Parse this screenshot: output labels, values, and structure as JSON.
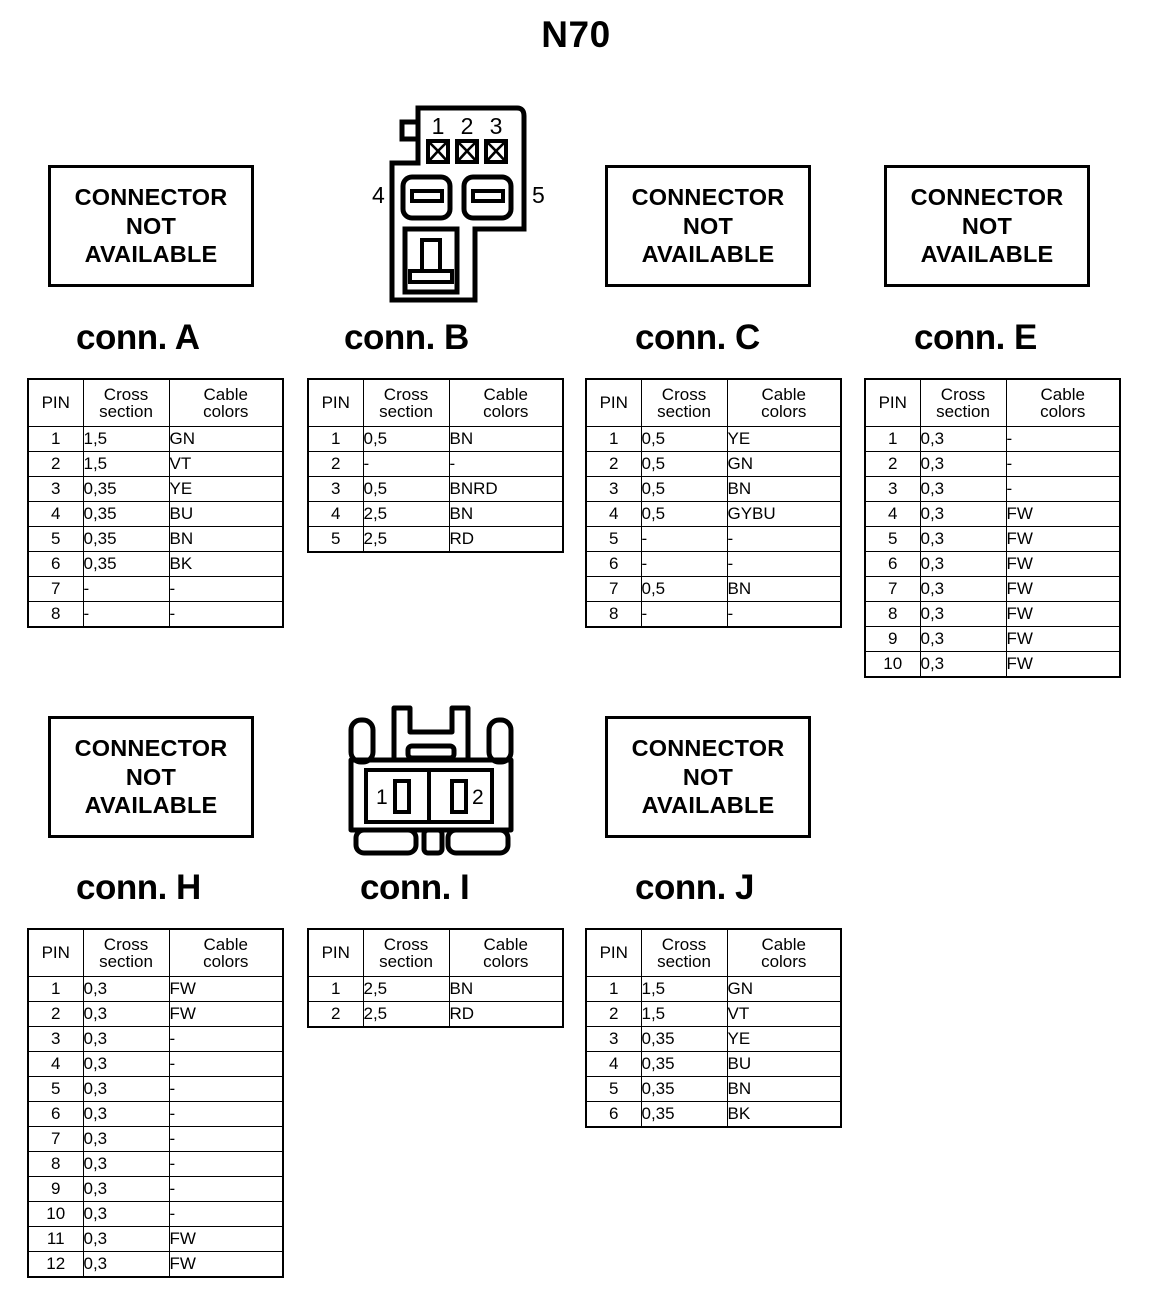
{
  "title": "N70",
  "labels": {
    "not_available_line1": "CONNECTOR",
    "not_available_line2": "NOT",
    "not_available_line3": "AVAILABLE",
    "header_pin": "PIN",
    "header_cross_l1": "Cross",
    "header_cross_l2": "section",
    "header_color_l1": "Cable",
    "header_color_l2": "colors"
  },
  "connectors": [
    {
      "id": "A",
      "caption": "conn. A",
      "graphic": "not-available",
      "rows": [
        {
          "pin": "1",
          "cross": "1,5",
          "color": "GN"
        },
        {
          "pin": "2",
          "cross": "1,5",
          "color": "VT"
        },
        {
          "pin": "3",
          "cross": "0,35",
          "color": "YE"
        },
        {
          "pin": "4",
          "cross": "0,35",
          "color": "BU"
        },
        {
          "pin": "5",
          "cross": "0,35",
          "color": "BN"
        },
        {
          "pin": "6",
          "cross": "0,35",
          "color": "BK"
        },
        {
          "pin": "7",
          "cross": "-",
          "color": "-"
        },
        {
          "pin": "8",
          "cross": "-",
          "color": "-"
        }
      ]
    },
    {
      "id": "B",
      "caption": "conn. B",
      "graphic": "connector-b-drawing",
      "pin_callouts": [
        "1",
        "2",
        "3",
        "4",
        "5"
      ],
      "rows": [
        {
          "pin": "1",
          "cross": "0,5",
          "color": "BN"
        },
        {
          "pin": "2",
          "cross": "-",
          "color": "-"
        },
        {
          "pin": "3",
          "cross": "0,5",
          "color": "BNRD"
        },
        {
          "pin": "4",
          "cross": "2,5",
          "color": "BN"
        },
        {
          "pin": "5",
          "cross": "2,5",
          "color": "RD"
        }
      ]
    },
    {
      "id": "C",
      "caption": "conn. C",
      "graphic": "not-available",
      "rows": [
        {
          "pin": "1",
          "cross": "0,5",
          "color": "YE"
        },
        {
          "pin": "2",
          "cross": "0,5",
          "color": "GN"
        },
        {
          "pin": "3",
          "cross": "0,5",
          "color": "BN"
        },
        {
          "pin": "4",
          "cross": "0,5",
          "color": "GYBU"
        },
        {
          "pin": "5",
          "cross": "-",
          "color": "-"
        },
        {
          "pin": "6",
          "cross": "-",
          "color": "-"
        },
        {
          "pin": "7",
          "cross": "0,5",
          "color": "BN"
        },
        {
          "pin": "8",
          "cross": "-",
          "color": "-"
        }
      ]
    },
    {
      "id": "E",
      "caption": "conn. E",
      "graphic": "not-available",
      "rows": [
        {
          "pin": "1",
          "cross": "0,3",
          "color": "-"
        },
        {
          "pin": "2",
          "cross": "0,3",
          "color": "-"
        },
        {
          "pin": "3",
          "cross": "0,3",
          "color": "-"
        },
        {
          "pin": "4",
          "cross": "0,3",
          "color": "FW"
        },
        {
          "pin": "5",
          "cross": "0,3",
          "color": "FW"
        },
        {
          "pin": "6",
          "cross": "0,3",
          "color": "FW"
        },
        {
          "pin": "7",
          "cross": "0,3",
          "color": "FW"
        },
        {
          "pin": "8",
          "cross": "0,3",
          "color": "FW"
        },
        {
          "pin": "9",
          "cross": "0,3",
          "color": "FW"
        },
        {
          "pin": "10",
          "cross": "0,3",
          "color": "FW"
        }
      ]
    },
    {
      "id": "H",
      "caption": "conn. H",
      "graphic": "not-available",
      "rows": [
        {
          "pin": "1",
          "cross": "0,3",
          "color": "FW"
        },
        {
          "pin": "2",
          "cross": "0,3",
          "color": "FW"
        },
        {
          "pin": "3",
          "cross": "0,3",
          "color": "-"
        },
        {
          "pin": "4",
          "cross": "0,3",
          "color": "-"
        },
        {
          "pin": "5",
          "cross": "0,3",
          "color": "-"
        },
        {
          "pin": "6",
          "cross": "0,3",
          "color": "-"
        },
        {
          "pin": "7",
          "cross": "0,3",
          "color": "-"
        },
        {
          "pin": "8",
          "cross": "0,3",
          "color": "-"
        },
        {
          "pin": "9",
          "cross": "0,3",
          "color": "-"
        },
        {
          "pin": "10",
          "cross": "0,3",
          "color": "-"
        },
        {
          "pin": "11",
          "cross": "0,3",
          "color": "FW"
        },
        {
          "pin": "12",
          "cross": "0,3",
          "color": "FW"
        }
      ]
    },
    {
      "id": "I",
      "caption": "conn. I",
      "graphic": "connector-i-drawing",
      "pin_callouts": [
        "1",
        "2"
      ],
      "rows": [
        {
          "pin": "1",
          "cross": "2,5",
          "color": "BN"
        },
        {
          "pin": "2",
          "cross": "2,5",
          "color": "RD"
        }
      ]
    },
    {
      "id": "J",
      "caption": "conn. J",
      "graphic": "not-available",
      "rows": [
        {
          "pin": "1",
          "cross": "1,5",
          "color": "GN"
        },
        {
          "pin": "2",
          "cross": "1,5",
          "color": "VT"
        },
        {
          "pin": "3",
          "cross": "0,35",
          "color": "YE"
        },
        {
          "pin": "4",
          "cross": "0,35",
          "color": "BU"
        },
        {
          "pin": "5",
          "cross": "0,35",
          "color": "BN"
        },
        {
          "pin": "6",
          "cross": "0,35",
          "color": "BK"
        }
      ]
    }
  ],
  "colors": {
    "stroke": "#000000",
    "background": "#ffffff"
  }
}
